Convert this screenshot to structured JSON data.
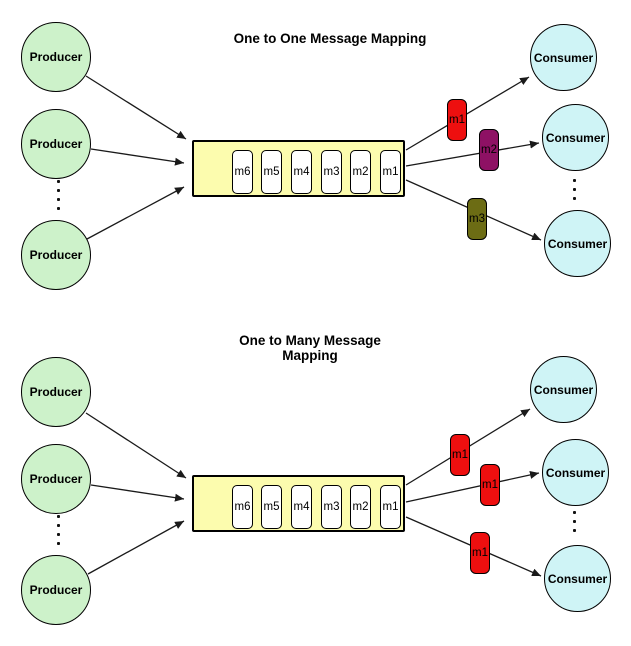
{
  "colors": {
    "producer_fill": "#cdf2ca",
    "consumer_fill": "#cff4f6",
    "queue_fill": "#fcfcae",
    "message_box_fill": "#ffffff",
    "badge_red": "#ee0f0f",
    "badge_magenta": "#8e1164",
    "badge_olive": "#6c6c14",
    "line_color": "#1a1a1a"
  },
  "diagrams": [
    {
      "title": "One to One Message Mapping",
      "producers": [
        {
          "label": "Producer"
        },
        {
          "label": "Producer"
        },
        {
          "label": "Producer"
        }
      ],
      "consumers": [
        {
          "label": "Consumer"
        },
        {
          "label": "Consumer"
        },
        {
          "label": "Consumer"
        }
      ],
      "queue": {
        "messages": [
          "m6",
          "m5",
          "m4",
          "m3",
          "m2",
          "m1"
        ]
      },
      "badges": [
        {
          "label": "m1",
          "color": "#ee0f0f"
        },
        {
          "label": "m2",
          "color": "#8e1164"
        },
        {
          "label": "m3",
          "color": "#6c6c14"
        }
      ]
    },
    {
      "title": "One to Many Message",
      "title_line2": "Mapping",
      "producers": [
        {
          "label": "Producer"
        },
        {
          "label": "Producer"
        },
        {
          "label": "Producer"
        }
      ],
      "consumers": [
        {
          "label": "Consumer"
        },
        {
          "label": "Consumer"
        },
        {
          "label": "Consumer"
        }
      ],
      "queue": {
        "messages": [
          "m6",
          "m5",
          "m4",
          "m3",
          "m2",
          "m1"
        ]
      },
      "badges": [
        {
          "label": "m1",
          "color": "#ee0f0f"
        },
        {
          "label": "m1",
          "color": "#ee0f0f"
        },
        {
          "label": "m1",
          "color": "#ee0f0f"
        }
      ]
    }
  ]
}
